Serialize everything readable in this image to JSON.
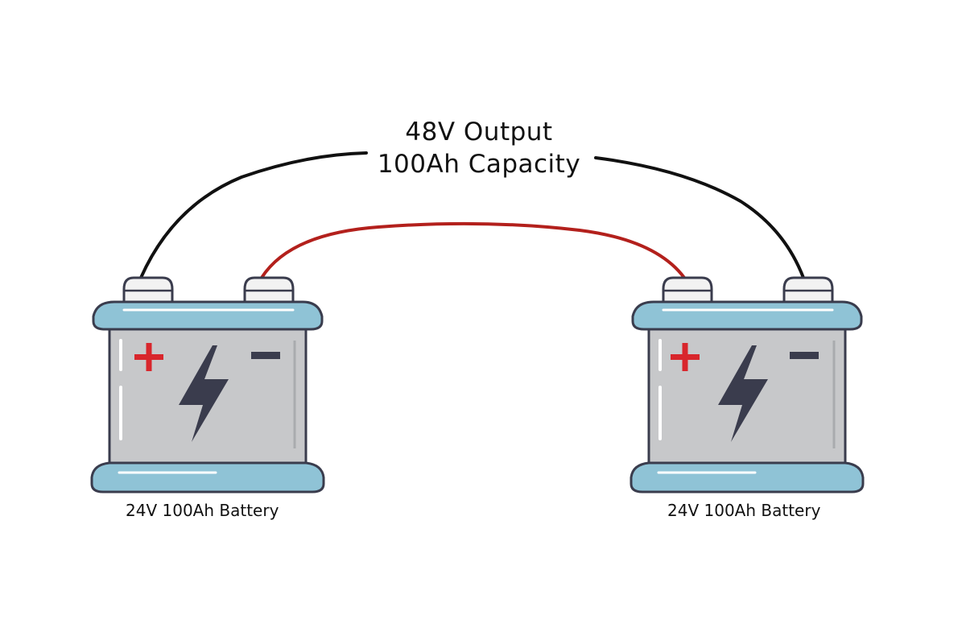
{
  "output": {
    "voltage_line": "48V Output",
    "capacity_line": "100Ah Capacity"
  },
  "batteries": [
    {
      "label": "24V 100Ah Battery",
      "positive_symbol": "+",
      "negative_symbol": "−"
    },
    {
      "label": "24V 100Ah Battery",
      "positive_symbol": "+",
      "negative_symbol": "−"
    }
  ],
  "colors": {
    "series_link_wire": "#b3201c",
    "output_wire": "#111111",
    "battery_lid": "#8fc3d6",
    "battery_body": "#c7c8ca",
    "battery_outline": "#3a3c4d",
    "lightning_bolt": "#3a3c4d",
    "positive_sign": "#d8262c",
    "terminal_cap": "#f2f2f2"
  },
  "icons": [
    "battery-icon",
    "lightning-bolt-icon",
    "plus-icon",
    "minus-icon",
    "terminal-icon"
  ]
}
